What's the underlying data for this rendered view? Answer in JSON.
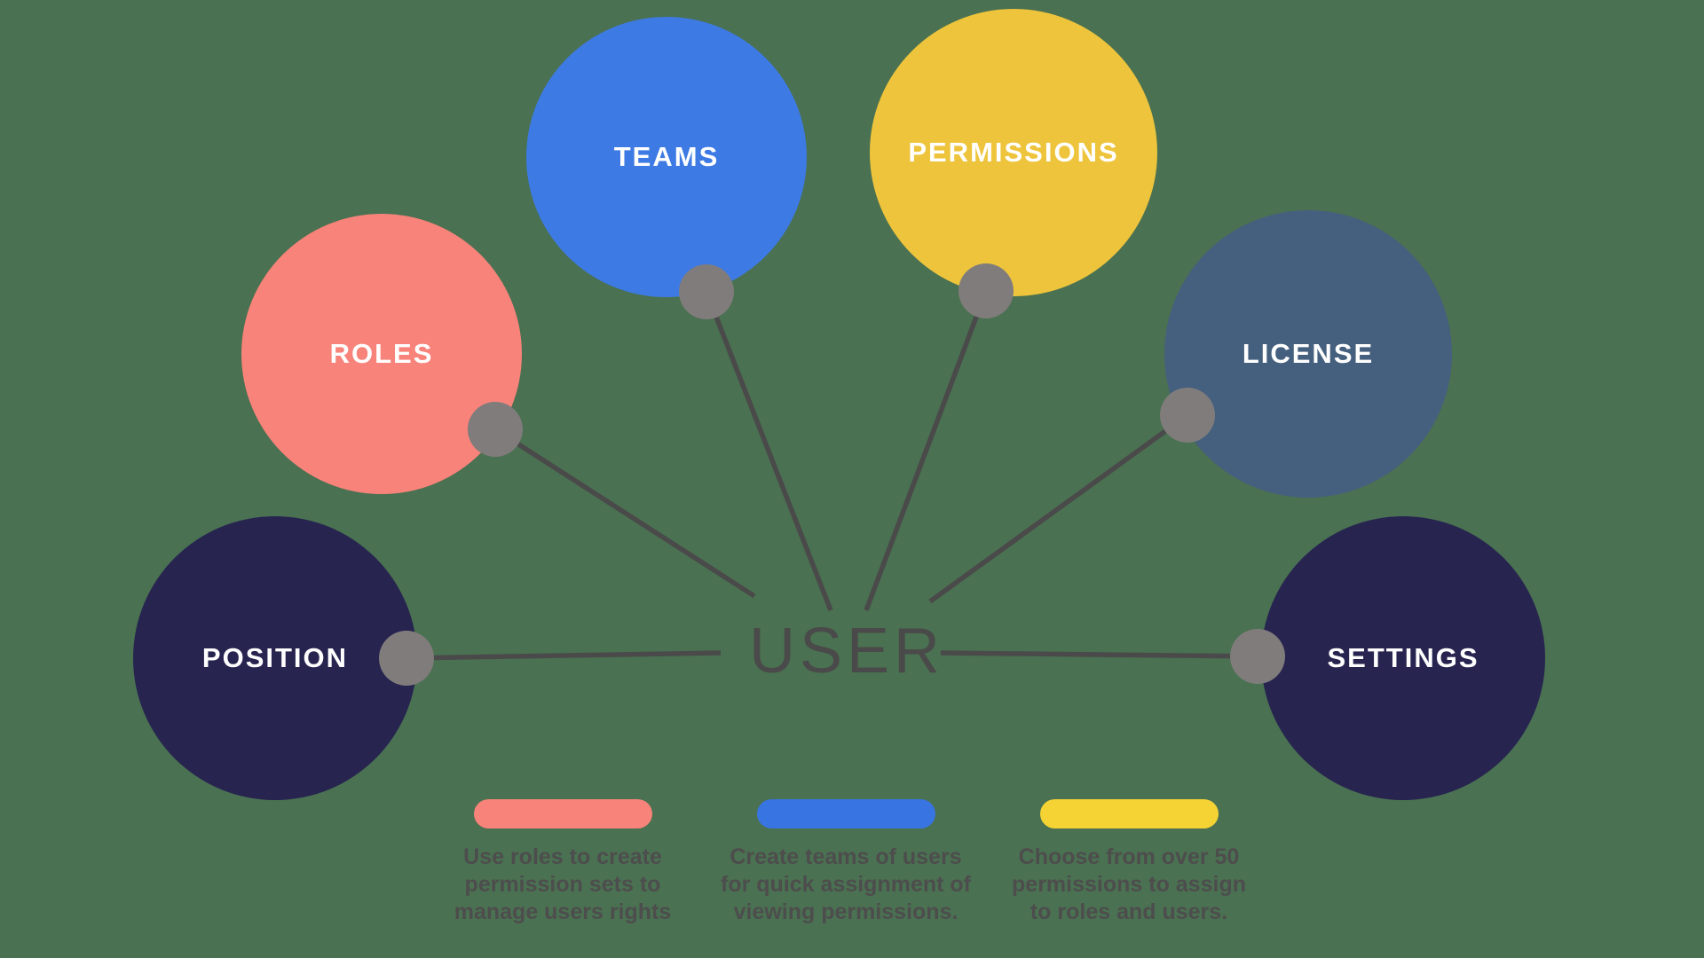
{
  "colors": {
    "background": "#4A7151",
    "line": "#4A4A4A",
    "dot": "#807C7C",
    "center_text": "#4A4A4A",
    "legend_text": "#4D4D4D",
    "circle_label": "#FFFFFF"
  },
  "center": {
    "label": "USER"
  },
  "nodes": [
    {
      "id": "teams",
      "label": "TEAMS",
      "color": "#3E7AE4"
    },
    {
      "id": "permissions",
      "label": "PERMISSIONS",
      "color": "#EEC43C"
    },
    {
      "id": "roles",
      "label": "ROLES",
      "color": "#F8837A"
    },
    {
      "id": "license",
      "label": "LICENSE",
      "color": "#45607E"
    },
    {
      "id": "position",
      "label": "POSITION",
      "color": "#272450"
    },
    {
      "id": "settings",
      "label": "SETTINGS",
      "color": "#272450"
    }
  ],
  "legend": [
    {
      "color": "#F8837A",
      "lines": [
        "Use roles to create",
        "permission sets to",
        "manage users rights"
      ]
    },
    {
      "color": "#3875E2",
      "lines": [
        "Create teams of users",
        "for quick assignment of",
        "viewing permissions."
      ]
    },
    {
      "color": "#F5D334",
      "lines": [
        "Choose from over 50",
        "permissions to assign",
        "to roles and users."
      ]
    }
  ]
}
